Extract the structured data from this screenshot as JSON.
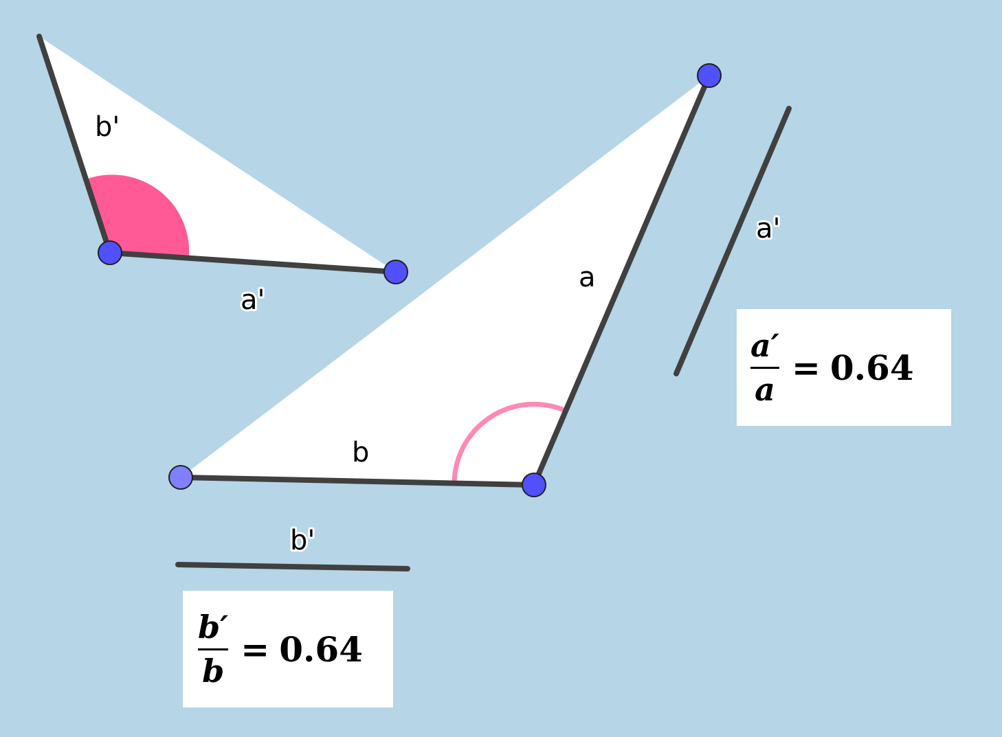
{
  "colors": {
    "background": "#b6d5e7",
    "triangle_fill": "#ffffff",
    "segment": "#404040",
    "point": "#5050ff",
    "point_light": "#8080ff",
    "angle_fill": "#ff5a95",
    "angle_arc": "#ff88b4"
  },
  "small_triangle": {
    "label_b": "b'",
    "label_a": "a'"
  },
  "large_triangle": {
    "label_a": "a",
    "label_b": "b"
  },
  "loose_segments": {
    "label_a": "a'",
    "label_b": "b'"
  },
  "ratio_a": {
    "numerator": "a′",
    "denominator": "a",
    "equals": "=",
    "value": "0.64"
  },
  "ratio_b": {
    "numerator": "b′",
    "denominator": "b",
    "equals": "=",
    "value": "0.64"
  }
}
